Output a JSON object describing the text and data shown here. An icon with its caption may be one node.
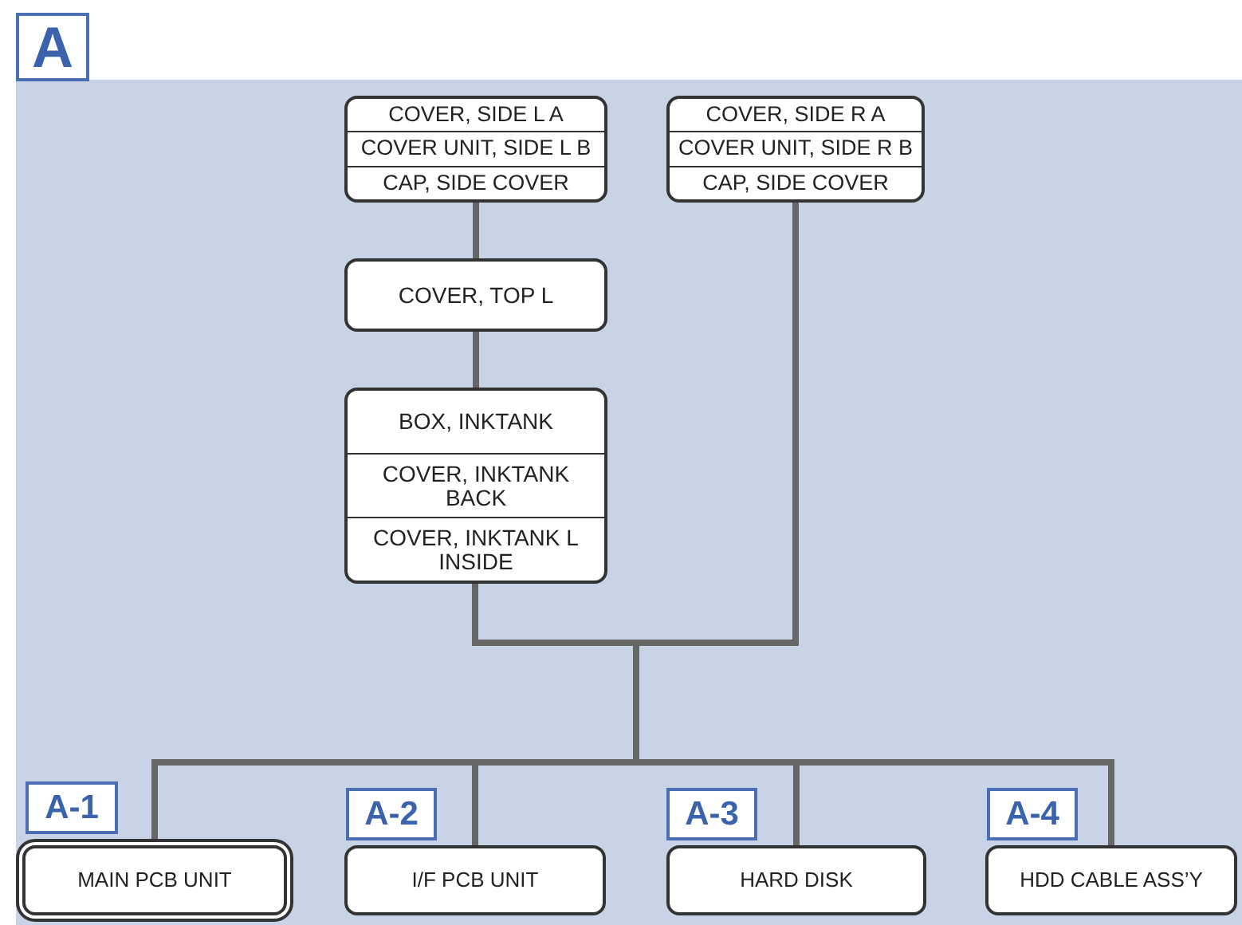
{
  "diagram": {
    "nodes": [
      {
        "text": [
          "COVER, SIDE L A",
          "COVER UNIT, SIDE L B",
          "CAP, SIDE COVER"
        ]
      },
      {
        "text": [
          "COVER, SIDE R A",
          "COVER UNIT, SIDE R B",
          "CAP, SIDE COVER"
        ]
      },
      {
        "text": [
          "COVER, TOP L"
        ]
      },
      {
        "text": [
          "BOX, INKTANK",
          "COVER, INKTANK BACK",
          "COVER, INKTANK L INSIDE"
        ]
      },
      {
        "text": [
          "MAIN PCB UNIT"
        ],
        "beside": [
          "A-1"
        ]
      },
      {
        "text": [
          "I/F PCB UNIT"
        ],
        "beside": [
          "A-2"
        ]
      },
      {
        "text": [
          "HARD DISK"
        ],
        "beside": [
          "A-3"
        ]
      },
      {
        "text": [
          "HDD CABLE ASS’Y"
        ],
        "beside": [
          "A-4"
        ]
      }
    ],
    "edges": [
      {
        "from": 0,
        "to": 2,
        "arrow": "none"
      },
      {
        "from": 2,
        "to": 3,
        "arrow": "none"
      },
      {
        "from": 3,
        "to": 4,
        "arrow": "none"
      },
      {
        "from": 3,
        "to": 5,
        "arrow": "none"
      },
      {
        "from": 3,
        "to": 6,
        "arrow": "none"
      },
      {
        "from": 3,
        "to": 7,
        "arrow": "none"
      },
      {
        "from": 1,
        "to": 4,
        "arrow": "none"
      },
      {
        "from": 1,
        "to": 5,
        "arrow": "none"
      },
      {
        "from": 1,
        "to": 6,
        "arrow": "none"
      },
      {
        "from": 1,
        "to": 7,
        "arrow": "none"
      }
    ],
    "labels": [
      "A"
    ]
  }
}
